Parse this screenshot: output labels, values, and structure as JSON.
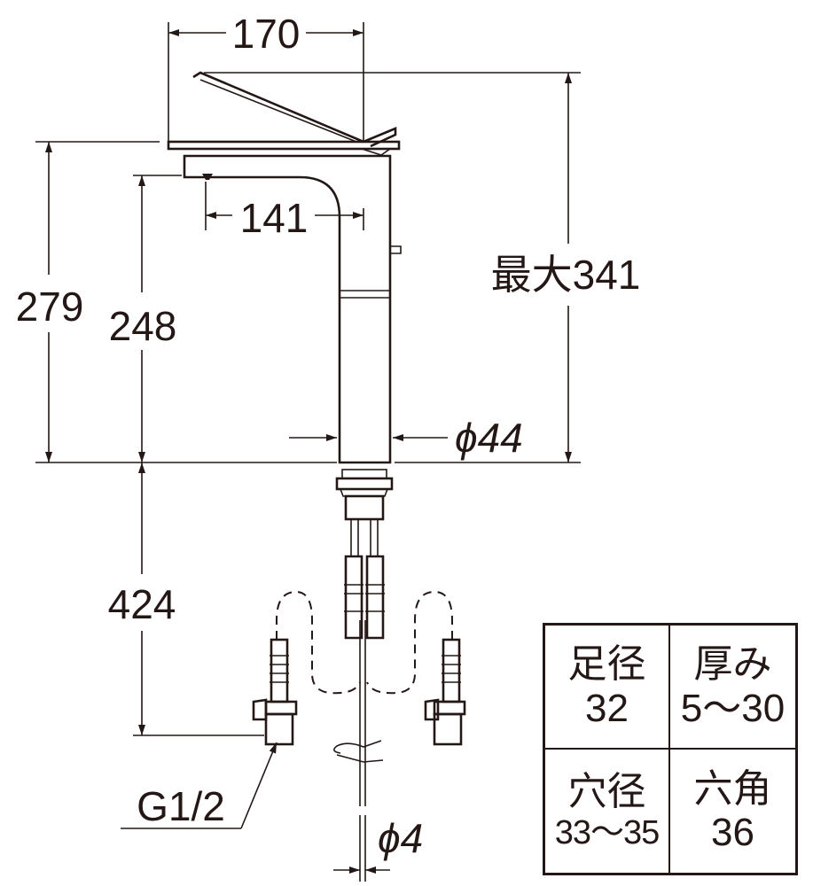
{
  "dimensions": {
    "spout_length": "170",
    "spout_reach": "141",
    "body_height": "279",
    "spout_height": "248",
    "max_height": "最大341",
    "body_diameter": "ϕ44",
    "supply_length": "424",
    "supply_thread": "G1/2",
    "rod_diameter": "ϕ4"
  },
  "spec_table": [
    {
      "label": "足径",
      "value": "32"
    },
    {
      "label": "厚み",
      "value": "5～30"
    },
    {
      "label": "穴径",
      "value": "33～35"
    },
    {
      "label": "六角",
      "value": "36"
    }
  ],
  "colors": {
    "ink": "#231815",
    "background": "#ffffff"
  }
}
